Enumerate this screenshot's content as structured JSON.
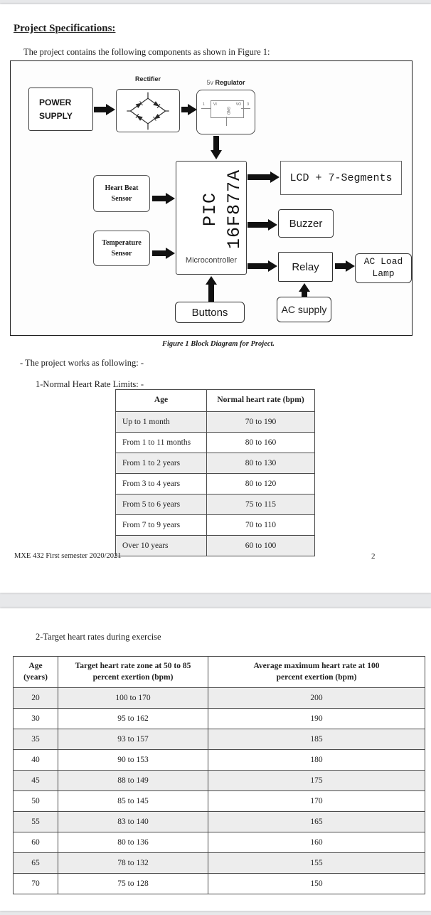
{
  "page1": {
    "title": "Project Specifications:",
    "intro": "The project contains the following components as shown in Figure 1:",
    "diagram": {
      "power_supply": {
        "line1": "POWER",
        "line2": "SUPPLY"
      },
      "rectifier_label": "Rectifier",
      "regulator": {
        "label_prefix": "5v ",
        "label": "Regulator",
        "vi": "VI",
        "vo": "VO",
        "gnd": "GND",
        "pin_in": "1",
        "pin_out": "3"
      },
      "mcu": {
        "name": "PIC 16F877A",
        "subtitle": "Microcontroller"
      },
      "heart_sensor": {
        "line1": "Heart Beat",
        "line2": "Sensor"
      },
      "temp_sensor": {
        "line1": "Temperature",
        "line2": "Sensor"
      },
      "lcd": "LCD + 7-Segments",
      "buzzer": "Buzzer",
      "relay": "Relay",
      "ac_load": {
        "line1": "AC Load",
        "line2": "Lamp"
      },
      "ac_supply": "AC supply",
      "buttons": "Buttons",
      "caption": "Figure 1 Block Diagram for Project."
    },
    "works_line": "- The project works as following: -",
    "table1_title": "1-Normal Heart Rate Limits: -",
    "table1": {
      "headers": [
        "Age",
        "Normal heart rate (bpm)"
      ],
      "rows": [
        [
          "Up to 1 month",
          "70 to 190"
        ],
        [
          "From 1 to 11 months",
          "80 to 160"
        ],
        [
          "From 1 to 2 years",
          "80 to 130"
        ],
        [
          "From 3 to 4 years",
          "80 to 120"
        ],
        [
          "From 5 to 6 years",
          "75 to 115"
        ],
        [
          "From 7 to 9 years",
          "70 to 110"
        ],
        [
          "Over 10 years",
          "60 to 100"
        ]
      ]
    },
    "footer": {
      "left": "MXE 432 First semester 2020/2021",
      "page_number": "2"
    }
  },
  "page2": {
    "section_title": "2-Target heart rates during exercise",
    "table2": {
      "headers": [
        "Age\n(years)",
        "Target heart rate zone at 50 to 85\npercent exertion (bpm)",
        "Average maximum heart rate at 100\npercent exertion (bpm)"
      ],
      "rows": [
        [
          "20",
          "100 to 170",
          "200"
        ],
        [
          "30",
          "95 to 162",
          "190"
        ],
        [
          "35",
          "93 to 157",
          "185"
        ],
        [
          "40",
          "90 to 153",
          "180"
        ],
        [
          "45",
          "88 to 149",
          "175"
        ],
        [
          "50",
          "85 to 145",
          "170"
        ],
        [
          "55",
          "83 to 140",
          "165"
        ],
        [
          "60",
          "80 to 136",
          "160"
        ],
        [
          "65",
          "78 to 132",
          "155"
        ],
        [
          "70",
          "75 to 128",
          "150"
        ]
      ]
    }
  }
}
